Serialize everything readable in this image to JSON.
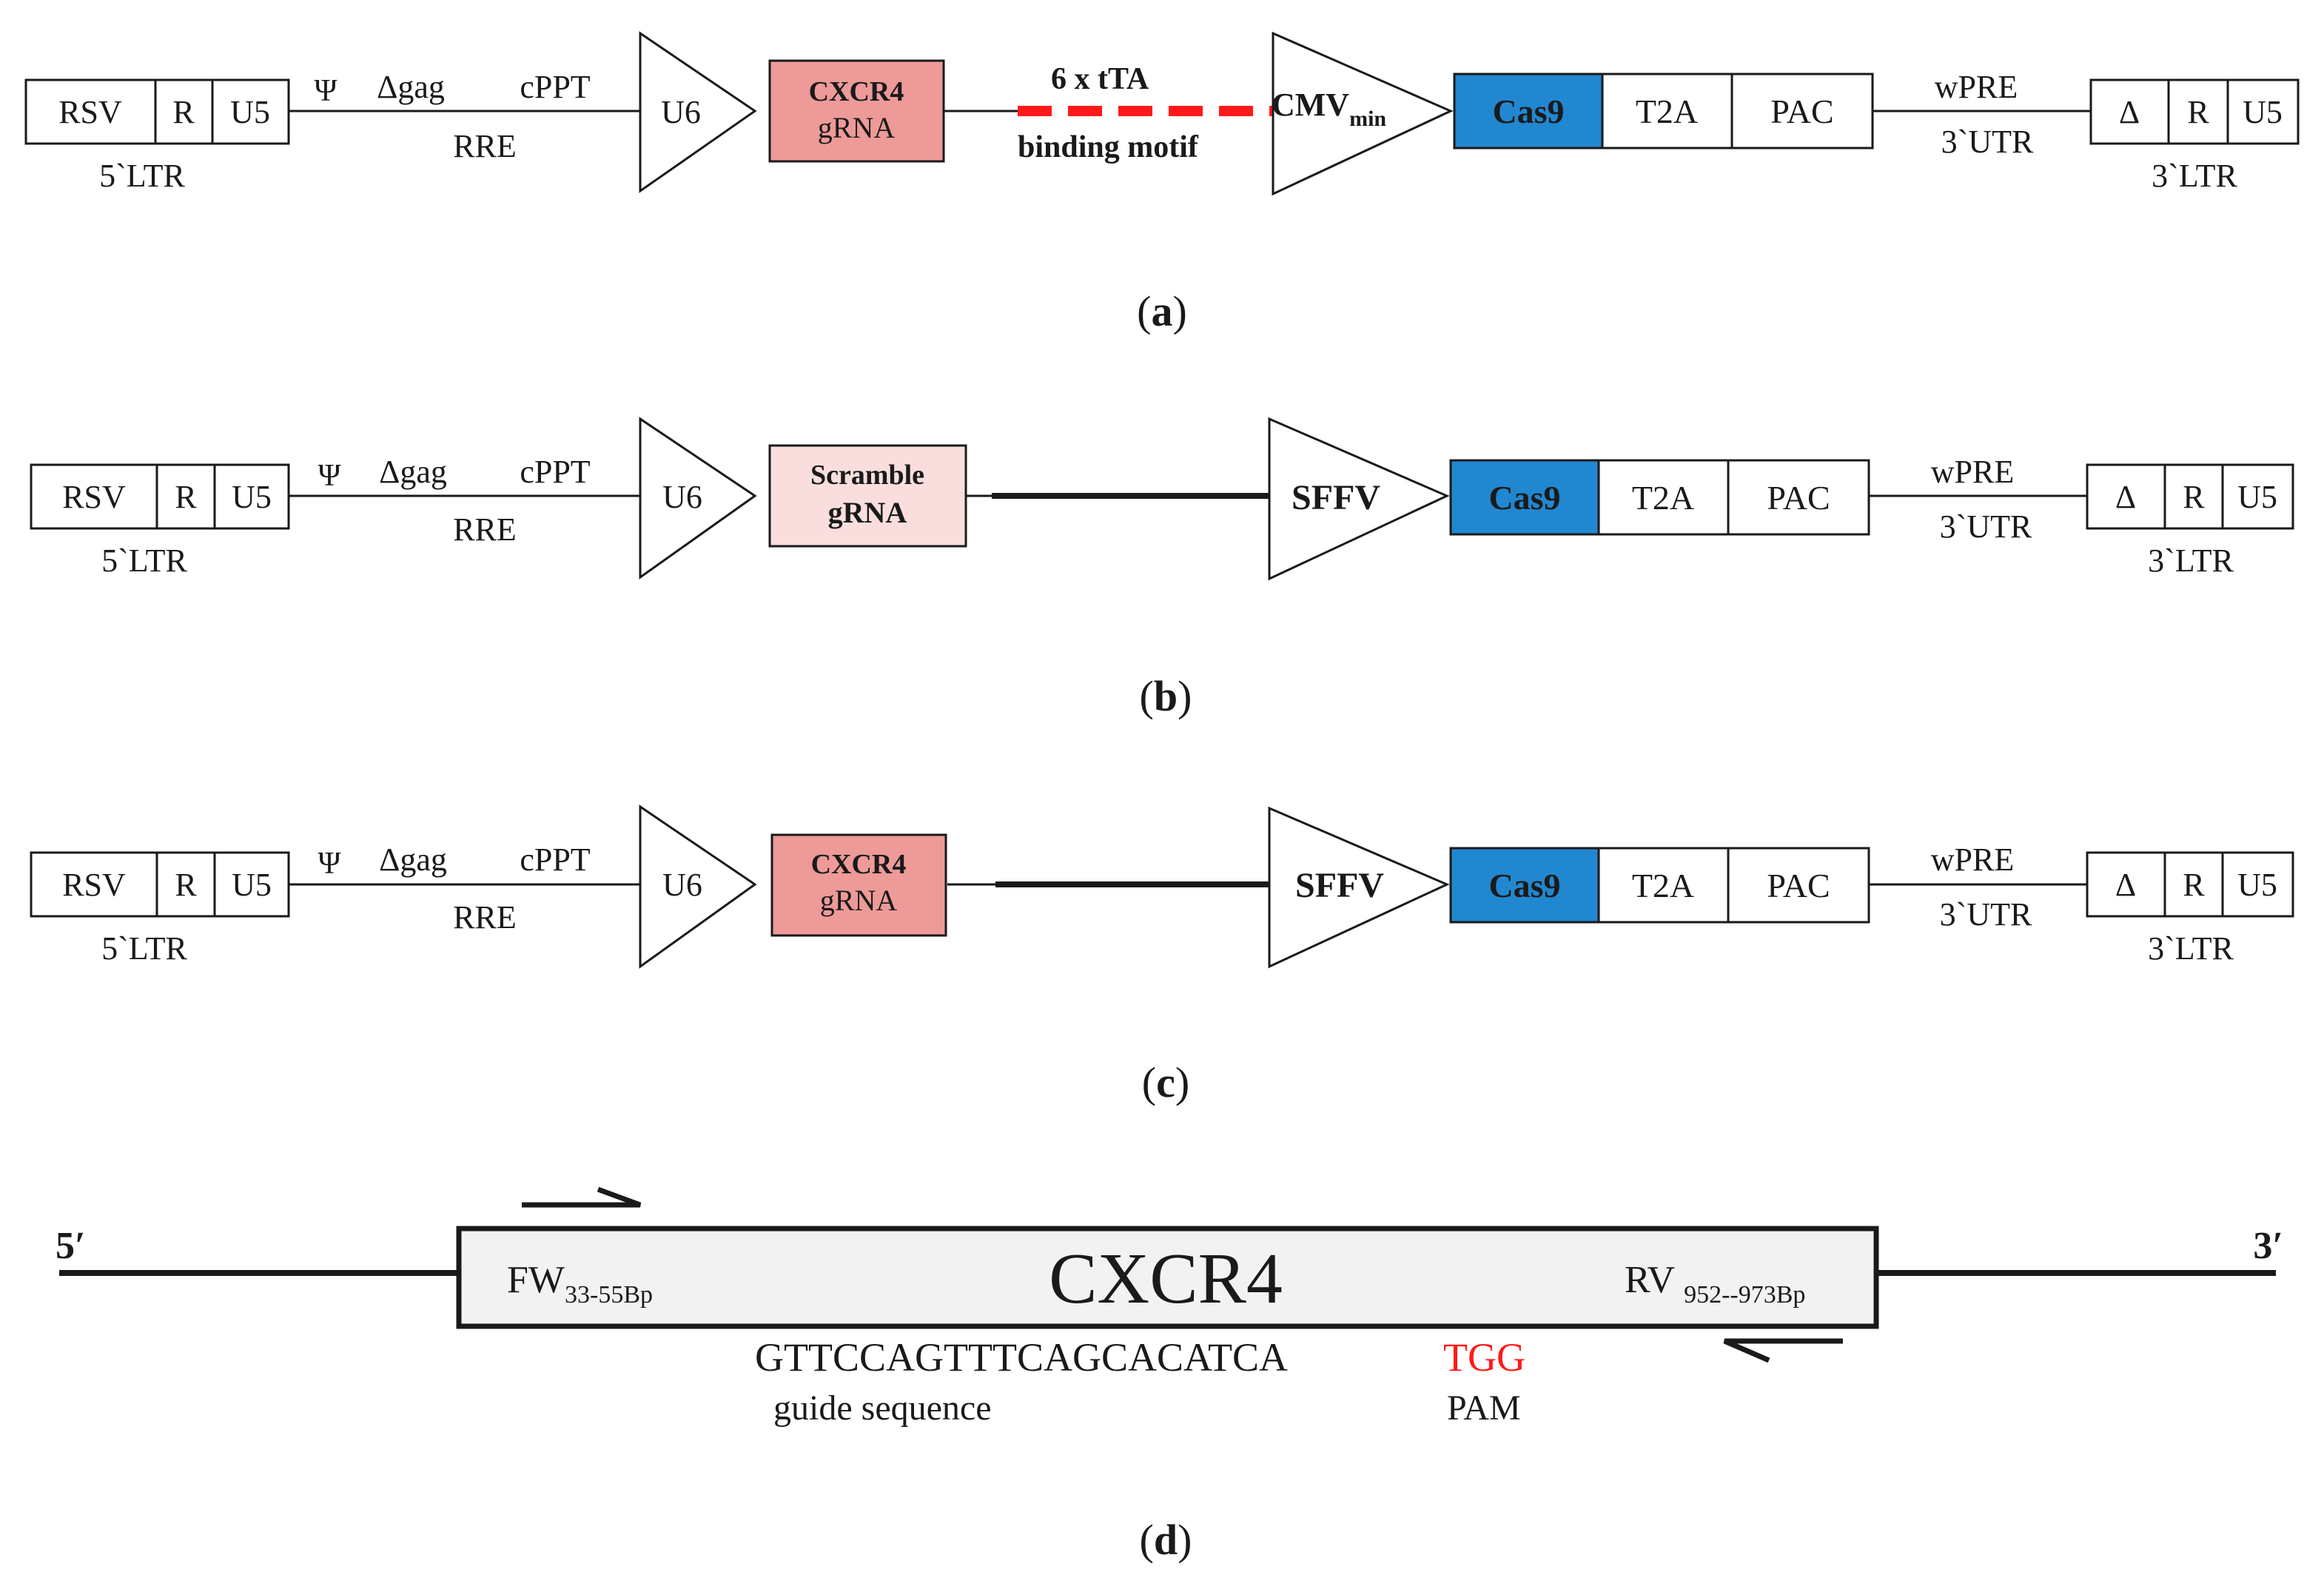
{
  "colors": {
    "cas9": "#2187d0",
    "cxcr4_grna": "#ed9a98",
    "scramble_grna": "#f9dedd",
    "accent_red": "#ff1a1a",
    "gene_fill": "#f2f2f2",
    "ink": "#1a1a1a"
  },
  "constructs": [
    {
      "panel_label": "(a)",
      "ltr5": {
        "box1": "RSV",
        "box2": "R",
        "box3": "U5",
        "label": "5`LTR"
      },
      "psi": "Ψ",
      "dgag": "Δgag",
      "cppt": "cPPT",
      "rre": "RRE",
      "u6": "U6",
      "grna_line1": "CXCR4",
      "grna_line2": "gRNA",
      "tta_top": "6 x tTA",
      "tta_bottom": "binding motif",
      "promoter": "CMV",
      "promoter_sub": "min",
      "cas9": "Cas9",
      "t2a": "T2A",
      "pac": "PAC",
      "wpre": "wPRE",
      "utr3": "3`UTR",
      "ltr3": {
        "box1": "Δ",
        "box2": "R",
        "box3": "U5",
        "label": "3`LTR"
      }
    },
    {
      "panel_label": "(b)",
      "ltr5": {
        "box1": "RSV",
        "box2": "R",
        "box3": "U5",
        "label": "5`LTR"
      },
      "psi": "Ψ",
      "dgag": "Δgag",
      "cppt": "cPPT",
      "rre": "RRE",
      "u6": "U6",
      "grna_line1": "Scramble",
      "grna_line2": "gRNA",
      "promoter": "SFFV",
      "cas9": "Cas9",
      "t2a": "T2A",
      "pac": "PAC",
      "wpre": "wPRE",
      "utr3": "3`UTR",
      "ltr3": {
        "box1": "Δ",
        "box2": "R",
        "box3": "U5",
        "label": "3`LTR"
      }
    },
    {
      "panel_label": "(c)",
      "ltr5": {
        "box1": "RSV",
        "box2": "R",
        "box3": "U5",
        "label": "5`LTR"
      },
      "psi": "Ψ",
      "dgag": "Δgag",
      "cppt": "cPPT",
      "rre": "RRE",
      "u6": "U6",
      "grna_line1": "CXCR4",
      "grna_line2": "gRNA",
      "promoter": "SFFV",
      "cas9": "Cas9",
      "t2a": "T2A",
      "pac": "PAC",
      "wpre": "wPRE",
      "utr3": "3`UTR",
      "ltr3": {
        "box1": "Δ",
        "box2": "R",
        "box3": "U5",
        "label": "3`LTR"
      }
    }
  ],
  "gene": {
    "panel_label": "(d)",
    "end5": "5′",
    "end3": "3′",
    "name": "CXCR4",
    "fw": "FW",
    "fw_sub": "33-55Bp",
    "rv": "RV",
    "rv_sub": "952--973Bp",
    "guide": "GTTCCAGTTTCAGCACATCA",
    "guide_label": "guide sequence",
    "pam": "TGG",
    "pam_label": "PAM"
  }
}
